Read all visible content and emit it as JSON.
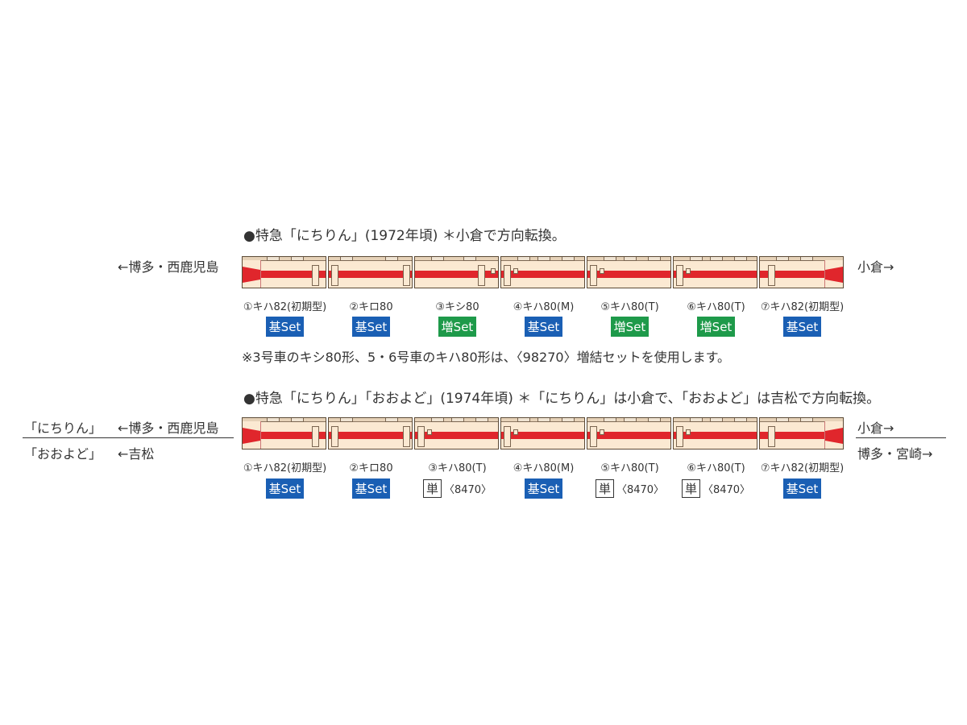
{
  "sections": [
    {
      "heading": "●特急「にちりん」(1972年頃) ＊小倉で方向転換。",
      "left_dir_top": "←博多・西鹿児島",
      "right_dir_top": "小倉→",
      "cars": [
        {
          "label": "①キハ82(初期型)",
          "badge": "基Set",
          "kind": "base"
        },
        {
          "label": "②キロ80",
          "badge": "基Set",
          "kind": "base"
        },
        {
          "label": "③キシ80",
          "badge": "増Set",
          "kind": "add"
        },
        {
          "label": "④キハ80(M)",
          "badge": "基Set",
          "kind": "base"
        },
        {
          "label": "⑤キハ80(T)",
          "badge": "増Set",
          "kind": "add"
        },
        {
          "label": "⑥キハ80(T)",
          "badge": "増Set",
          "kind": "add"
        },
        {
          "label": "⑦キハ82(初期型)",
          "badge": "基Set",
          "kind": "base"
        }
      ],
      "note": "※3号車のキシ80形、5・6号車のキハ80形は、〈98270〉増結セットを使用します。"
    },
    {
      "heading": "●特急「にちりん」「おおよど」(1974年頃) ＊「にちりん」は小倉で、「おおよど」は吉松で方向転換。",
      "left_name_top": "「にちりん」",
      "left_name_bottom": "「おおよど」",
      "left_dir_top": "←博多・西鹿児島",
      "left_dir_bottom": "←吉松",
      "right_dir_top": "小倉→",
      "right_dir_bottom": "博多・宮崎→",
      "cars": [
        {
          "label": "①キハ82(初期型)",
          "badge": "基Set",
          "kind": "base"
        },
        {
          "label": "②キロ80",
          "badge": "基Set",
          "kind": "base"
        },
        {
          "label": "③キハ80(T)",
          "badge": "単",
          "extra": "〈8470〉",
          "kind": "single"
        },
        {
          "label": "④キハ80(M)",
          "badge": "基Set",
          "kind": "base"
        },
        {
          "label": "⑤キハ80(T)",
          "badge": "単",
          "extra": "〈8470〉",
          "kind": "single"
        },
        {
          "label": "⑥キハ80(T)",
          "badge": "単",
          "extra": "〈8470〉",
          "kind": "single"
        },
        {
          "label": "⑦キハ82(初期型)",
          "badge": "基Set",
          "kind": "base"
        }
      ]
    }
  ],
  "colors": {
    "stripe": "#e0262c",
    "body": "#fbe9d2",
    "base_badge": "#1a5fb4",
    "add_badge": "#1e9a4a"
  }
}
